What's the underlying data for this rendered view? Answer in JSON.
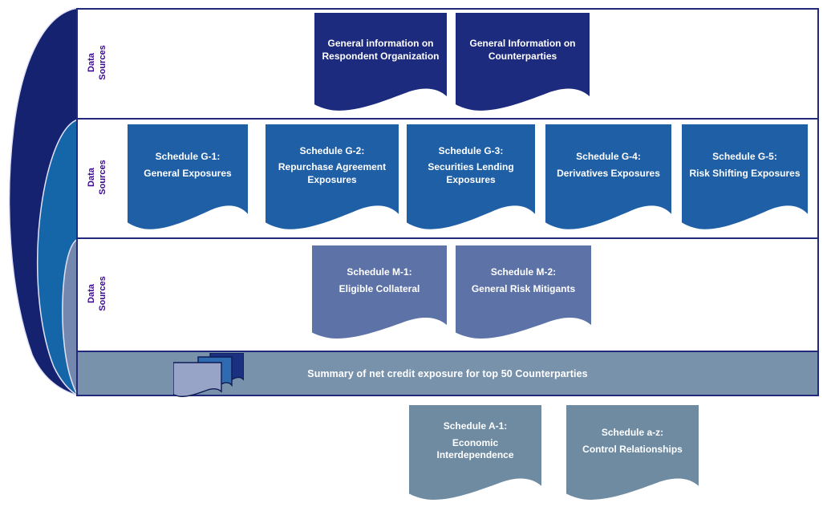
{
  "colors": {
    "navy_card": "#1C2B7E",
    "blue_card": "#1F5FA6",
    "slate_card": "#5D72A6",
    "bar_bg": "#7992AC",
    "steel_card": "#6E8BA2",
    "curve_navy": "#14226F",
    "curve_blue": "#1566A8",
    "curve_slate": "#7487AE",
    "border": "#23297A",
    "label_text": "#3B0B8E",
    "doc_front": "#97A4C8",
    "doc_mid": "#2E6BB0",
    "doc_back": "#1B3080",
    "doc_outline": "#0E1B55"
  },
  "bands": {
    "respondent": {
      "label": "Data\nSources",
      "cards": [
        {
          "line1": "General information on",
          "line2": "Respondent Organization"
        },
        {
          "line1": "General Information on",
          "line2": "Counterparties"
        }
      ]
    },
    "exposures": {
      "label": "Data\nSources",
      "cards": [
        {
          "title": "Schedule G-1:",
          "subtitle": "General Exposures"
        },
        {
          "title": "Schedule G-2:",
          "subtitle": "Repurchase Agreement Exposures"
        },
        {
          "title": "Schedule G-3:",
          "subtitle": "Securities Lending Exposures"
        },
        {
          "title": "Schedule G-4:",
          "subtitle": "Derivatives Exposures"
        },
        {
          "title": "Schedule G-5:",
          "subtitle": "Risk Shifting Exposures"
        }
      ]
    },
    "mitigants": {
      "label": "Data\nSources",
      "cards": [
        {
          "title": "Schedule M-1:",
          "subtitle": "Eligible Collateral"
        },
        {
          "title": "Schedule M-2:",
          "subtitle": "General Risk Mitigants"
        }
      ]
    },
    "schedules_bottom": {
      "cards": [
        {
          "title": "Schedule A-1:",
          "subtitle": "Economic Interdependence"
        },
        {
          "title": "Schedule a-z:",
          "subtitle": "Control Relationships"
        }
      ]
    }
  },
  "summary_bar": {
    "text": "Summary of net credit exposure for top 50 Counterparties",
    "icon": "stacked-documents-icon"
  }
}
